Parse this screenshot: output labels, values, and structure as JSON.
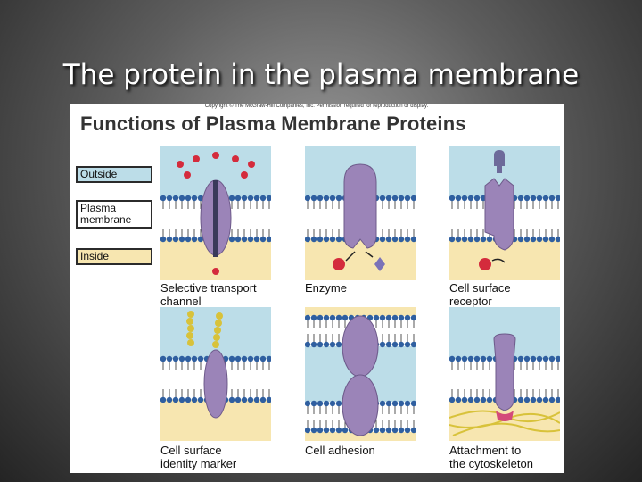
{
  "slide": {
    "title": "The protein in the plasma membrane"
  },
  "figure": {
    "copyright": "Copyright © The McGraw-Hill Companies, Inc. Permission required for reproduction or display.",
    "title": "Functions of Plasma Membrane Proteins",
    "legend": {
      "outside": "Outside",
      "membrane": "Plasma\nmembrane",
      "inside": "Inside"
    },
    "captions": {
      "transport": "Selective transport\nchannel",
      "enzyme": "Enzyme",
      "receptor": "Cell surface\nreceptor",
      "identity": "Cell surface\nidentity marker",
      "adhesion": "Cell adhesion",
      "cytoskeleton": "Attachment to\nthe cytoskeleton"
    },
    "colors": {
      "outside": "#bcdde8",
      "inside": "#f7e6b0",
      "membrane_head": "#2f5fa0",
      "protein": "#9b84b8",
      "molecule_red": "#d42b3c",
      "sugar_chain": "#d8c23a"
    }
  }
}
